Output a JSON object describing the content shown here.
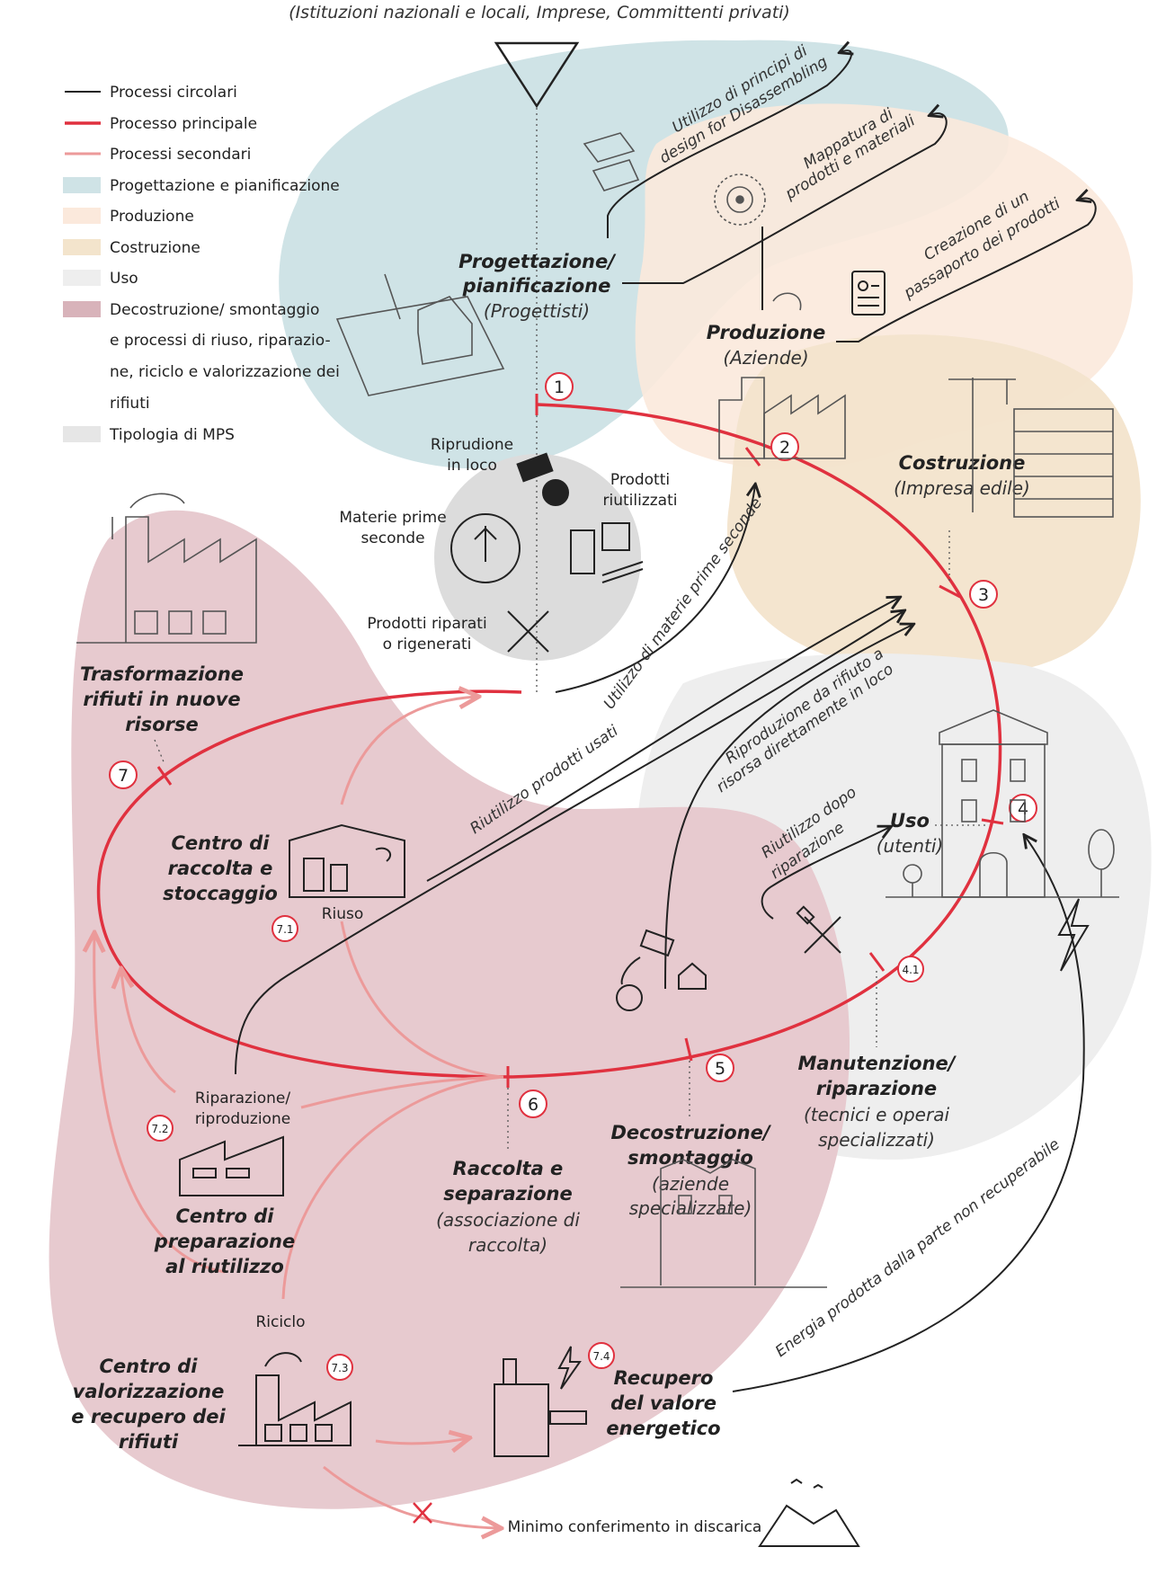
{
  "header": {
    "subtitle": "(Istituzioni nazionali e locali, Imprese, Committenti privati)"
  },
  "legend": {
    "circular": "Processi circolari",
    "main": "Processo principale",
    "secondary": "Processi secondari",
    "design": "Progettazione e pianificazione",
    "production": "Produzione",
    "construction": "Costruzione",
    "use": "Uso",
    "decon_1": "Decostruzione/ smontaggio",
    "decon_2": "e processi di riuso, riparazio-",
    "decon_3": "ne, riciclo e valorizzazione dei",
    "decon_4": "rifiuti",
    "mps": "Tipologia di MPS"
  },
  "colors": {
    "design": "#cfe3e6",
    "production": "#fbe9dc",
    "construction": "#f3e4cc",
    "use": "#eeeeee",
    "decon": "#e6c7cc",
    "mps": "#dcdcdc",
    "main": "#e0313f",
    "secondary": "#ec9a9a"
  },
  "stages": {
    "design_1": "Progettazione/",
    "design_2": "pianificazione",
    "design_3": "(Progettisti)",
    "prod_1": "Produzione",
    "prod_2": "(Aziende)",
    "cons_1": "Costruzione",
    "cons_2": "(Impresa edile)",
    "uso_1": "Uso",
    "uso_2": "(utenti)",
    "man_1": "Manutenzione/",
    "man_2": "riparazione",
    "man_3": "(tecnici e operai",
    "man_4": "specializzati)",
    "dec_1": "Decostruzione/",
    "dec_2": "smontaggio",
    "dec_3": "(aziende",
    "dec_4": "specializzate)",
    "rac_1": "Raccolta e",
    "rac_2": "separazione",
    "rac_3": "(associazione di",
    "rac_4": "raccolta)",
    "tra_1": "Trasformazione",
    "tra_2": "rifiuti in nuove",
    "tra_3": "risorse",
    "cen_1": "Centro di",
    "cen_2": "raccolta e",
    "cen_3": "stoccaggio",
    "cpr_1": "Centro di",
    "cpr_2": "preparazione",
    "cpr_3": "al riutilizzo",
    "val_1": "Centro di",
    "val_2": "valorizzazione",
    "val_3": "e recupero dei",
    "val_4": "rifiuti",
    "ene_1": "Recupero",
    "ene_2": "del valore",
    "ene_3": "energetico"
  },
  "mps": {
    "rifus_1": "Riprudione",
    "rifus_2": "in loco",
    "riut_1": "Prodotti",
    "riut_2": "riutilizzati",
    "mat_1": "Materie prime",
    "mat_2": "seconde",
    "rip_1": "Prodotti riparati",
    "rip_2": "o rigenerati"
  },
  "labels": {
    "riuso": "Riuso",
    "riparazione_1": "Riparazione/",
    "riparazione_2": "riproduzione",
    "riciclo": "Riciclo",
    "discarica": "Minimo conferimento in discarica"
  },
  "flows": {
    "dfd_1": "Utilizzo di principi di",
    "dfd_2": "design for Disassembling",
    "map_1": "Mappatura di",
    "map_2": "prodotti e materiali",
    "pass_1": "Creazione di un",
    "pass_2": "passaporto dei prodotti",
    "ump": "Utilizzo di materie prime seconde",
    "rpu": "Riutilizzo prodotti usati",
    "rdr_1": "Riproduzione da rifiuto a",
    "rdr_2": "risorsa direttamente in loco",
    "rdp_1": "Riutilizzo dopo",
    "rdp_2": "riparazione",
    "energy": "Energia prodotta dalla parte non recuperabile"
  },
  "numbers": {
    "n1": "1",
    "n2": "2",
    "n3": "3",
    "n4": "4",
    "n41": "4.1",
    "n5": "5",
    "n6": "6",
    "n7": "7",
    "n71": "7.1",
    "n72": "7.2",
    "n73": "7.3",
    "n74": "7.4"
  }
}
